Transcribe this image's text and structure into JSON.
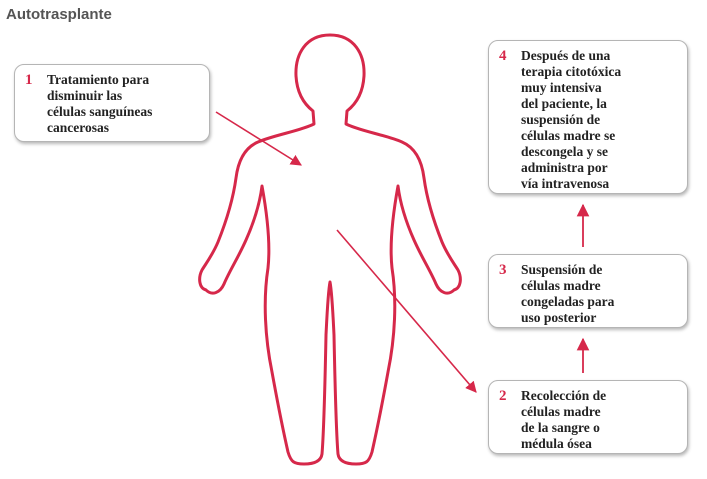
{
  "title": "Autotrasplante",
  "colors": {
    "accent": "#d6284a",
    "text": "#222222",
    "title": "#555555",
    "border": "#b5b5b5"
  },
  "steps": [
    {
      "number": "1",
      "text": "Tratamiento para\ndisminuir las\ncélulas sanguíneas\ncancerosas"
    },
    {
      "number": "2",
      "text": "Recolección de\ncélulas madre\nde la sangre o\nmédula ósea"
    },
    {
      "number": "3",
      "text": "Suspensión de\ncélulas madre\ncongeladas para\nuso posterior"
    },
    {
      "number": "4",
      "text": "Después de una\nterapia citotóxica\nmuy intensiva\ndel paciente, la\nsuspensión de\ncélulas madre se\ndescongela y se\nadministra por\nvía intravenosa"
    }
  ]
}
